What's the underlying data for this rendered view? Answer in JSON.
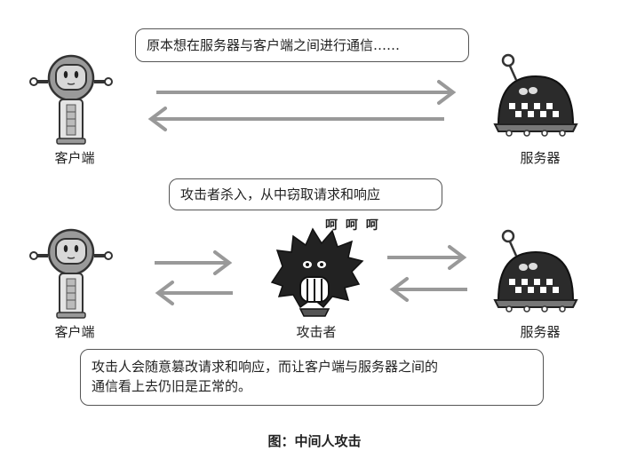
{
  "top": {
    "bubble": "原本想在服务器与客户端之间进行通信……",
    "client_label": "客户端",
    "server_label": "服务器"
  },
  "middle": {
    "bubble": "攻击者杀入，从中窃取请求和响应",
    "laugh": "呵 呵 呵",
    "client_label": "客户端",
    "attacker_label": "攻击者",
    "server_label": "服务器"
  },
  "bottom": {
    "bubble_line1": "攻击人会随意篡改请求和响应，而让客户端与服务器之间的",
    "bubble_line2": "通信看上去仍旧是正常的。"
  },
  "caption": "图：中间人攻击",
  "colors": {
    "ink": "#222222",
    "arrow": "#999999",
    "robot_face": "#8c8c8c"
  },
  "icons": [
    "client-robot-icon",
    "server-robot-icon",
    "attacker-icon",
    "right-arrow-icon",
    "left-arrow-icon"
  ]
}
